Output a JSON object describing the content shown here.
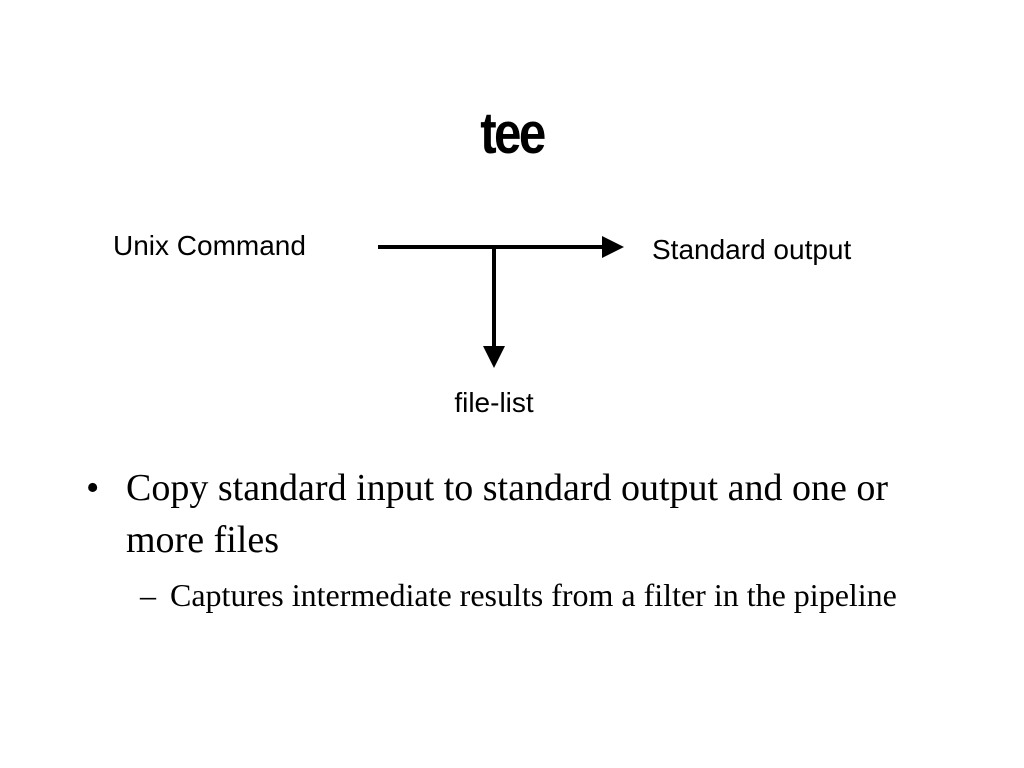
{
  "slide": {
    "title": "tee",
    "diagram": {
      "source_label": "Unix Command",
      "output_label": "Standard output",
      "file_label": "file-list"
    },
    "bullets": [
      {
        "marker": "•",
        "text": "Copy standard input to standard output and one or more files",
        "sub": [
          {
            "marker": "–",
            "text": "Captures intermediate results from a filter in the pipeline"
          }
        ]
      }
    ]
  }
}
